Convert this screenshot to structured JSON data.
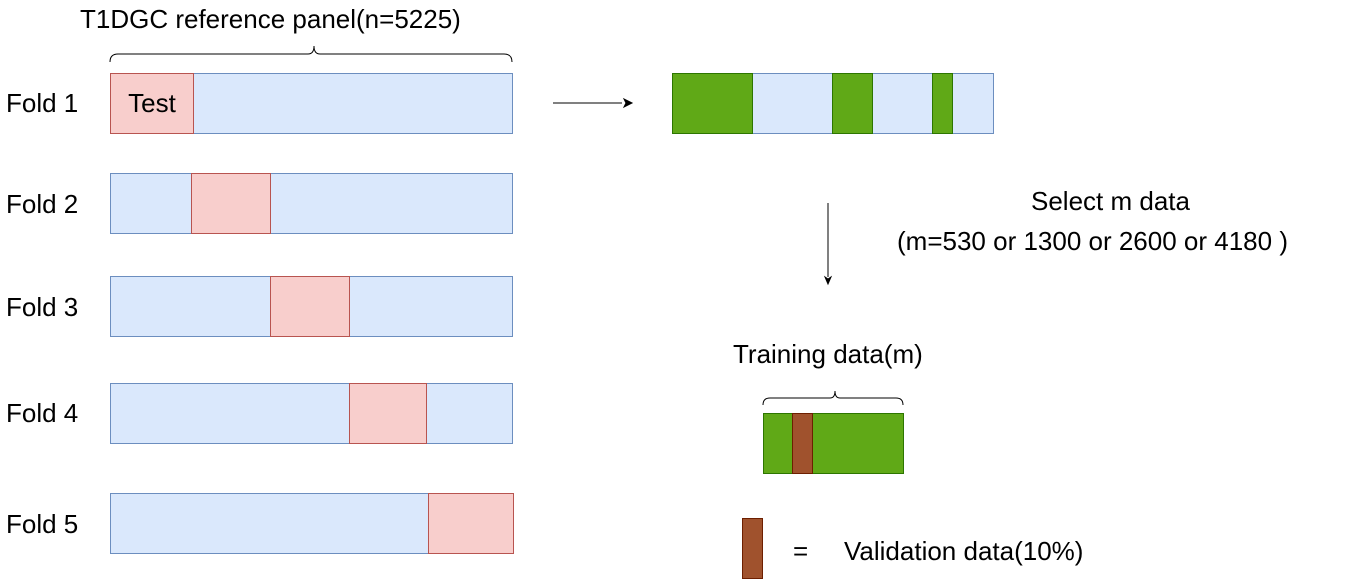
{
  "title": "T1DGC reference panel(n=5225)",
  "folds": [
    {
      "label": "Fold 1",
      "test_label": "Test"
    },
    {
      "label": "Fold 2",
      "test_label": ""
    },
    {
      "label": "Fold 3",
      "test_label": ""
    },
    {
      "label": "Fold 4",
      "test_label": ""
    },
    {
      "label": "Fold 5",
      "test_label": ""
    }
  ],
  "select": {
    "line1": "Select m data",
    "line2": "(m=530 or 1300 or 2600 or 4180 )"
  },
  "training": {
    "label": "Training data(m)"
  },
  "legend": {
    "equals": "=",
    "label": "Validation data(10%)"
  },
  "colors": {
    "train_fill": "#dae8fc",
    "train_border": "#6c8ebf",
    "test_fill": "#f8cecc",
    "test_border": "#b85450",
    "selected_fill": "#60a917",
    "selected_border": "#2d7600",
    "validation_fill": "#a0522d",
    "validation_border": "#6d1f00"
  }
}
